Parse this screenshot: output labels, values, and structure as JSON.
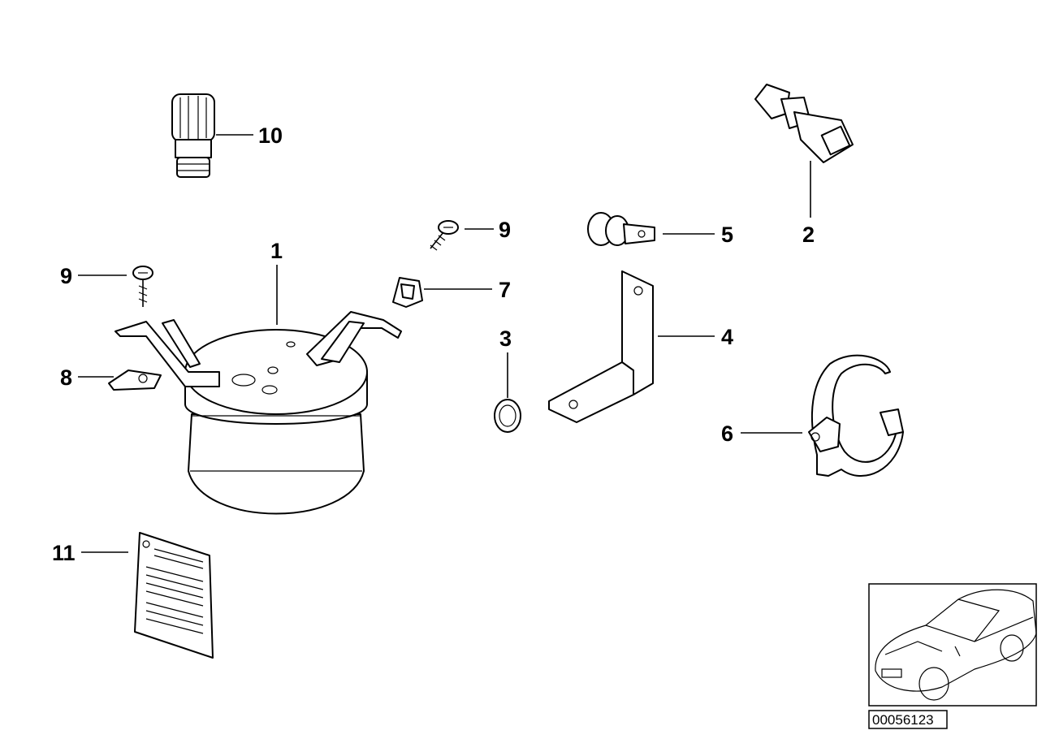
{
  "callouts": {
    "c1": "1",
    "c2": "2",
    "c3": "3",
    "c4": "4",
    "c5": "5",
    "c6": "6",
    "c7": "7",
    "c8": "8",
    "c9a": "9",
    "c9b": "9",
    "c10": "10",
    "c11": "11"
  },
  "reference_number": "00056123",
  "icons": [
    "receiver-drier-icon",
    "pressure-switch-icon",
    "o-ring-icon",
    "bracket-icon",
    "grommet-clip-icon",
    "hose-clamp-icon",
    "clip-nut-icon",
    "plate-nut-icon",
    "screw-icon",
    "valve-cap-icon",
    "label-sheet-icon",
    "car-thumbnail-icon"
  ]
}
